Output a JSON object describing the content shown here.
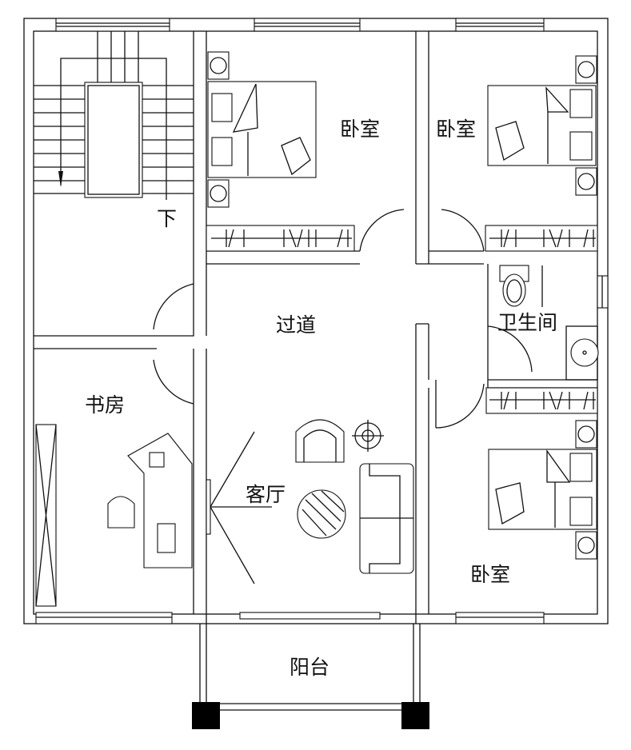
{
  "plan": {
    "rooms": {
      "bedroom_top_left": "卧室",
      "bedroom_top_right": "卧室",
      "stair_down": "下",
      "corridor": "过道",
      "bathroom": "卫生间",
      "study": "书房",
      "living_room": "客厅",
      "bedroom_bottom_right": "卧室",
      "balcony": "阳台"
    },
    "colors": {
      "line": "#111111",
      "background": "#ffffff",
      "column": "#000000"
    }
  }
}
